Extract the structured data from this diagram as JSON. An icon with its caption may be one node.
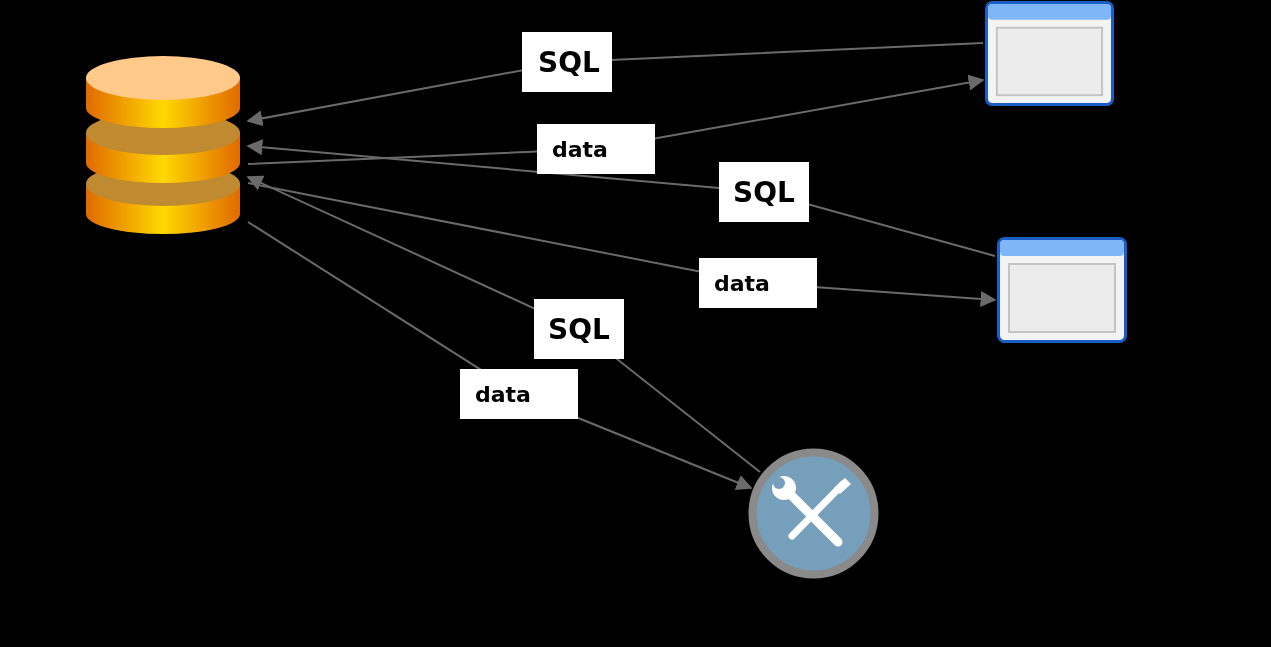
{
  "diagram": {
    "nodes": [
      {
        "text": [],
        "shape": "cylinder"
      },
      {
        "text": [],
        "shape": "box"
      },
      {
        "text": [],
        "shape": "box"
      },
      {
        "text": [],
        "shape": "circle"
      }
    ],
    "edges": [
      {
        "from": 1,
        "to": 0,
        "arrow": "to",
        "label": "SQL"
      },
      {
        "from": 0,
        "to": 1,
        "arrow": "to",
        "label": "data"
      },
      {
        "from": 2,
        "to": 0,
        "arrow": "to",
        "label": "SQL"
      },
      {
        "from": 0,
        "to": 2,
        "arrow": "to",
        "label": "data"
      },
      {
        "from": 3,
        "to": 0,
        "arrow": "to",
        "label": "SQL"
      },
      {
        "from": 0,
        "to": 3,
        "arrow": "to",
        "label": "data"
      }
    ]
  }
}
